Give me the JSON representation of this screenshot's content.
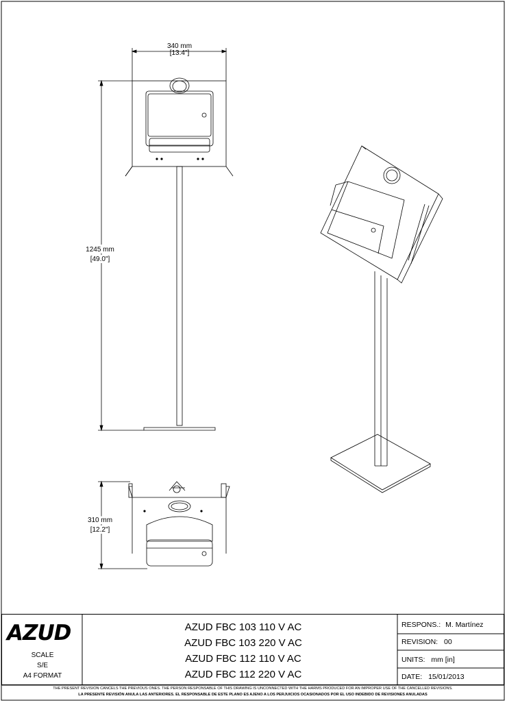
{
  "dimensions": {
    "width_mm": "340 mm",
    "width_in": "[13.4\"]",
    "height_mm": "1245 mm",
    "height_in": "[49.0\"]",
    "depth_mm": "310 mm",
    "depth_in": "[12.2\"]"
  },
  "title_block": {
    "logo": "AZUD",
    "scale_label": "SCALE",
    "scale_value": "S/E",
    "format": "A4 FORMAT",
    "models": [
      "AZUD FBC 103 110 V AC",
      "AZUD FBC 103 220 V AC",
      "AZUD FBC 112 110 V AC",
      "AZUD FBC 112 220 V AC"
    ],
    "respons_label": "RESPONS.:",
    "respons_value": "M. Martínez",
    "revision_label": "REVISION:",
    "revision_value": "00",
    "units_label": "UNITS:",
    "units_value": "mm [in]",
    "date_label": "DATE:",
    "date_value": "15/01/2013"
  },
  "footer": {
    "line_en": "THE PRESENT REVISION CANCELS THE PREVIOUS ONES. THE PERSON RESPONSABLE OF THIS DRAWING IS UNCONNECTED WITH THE HARMS PRODUCED FOR AN IMPROPER USE OF THE CANCELLED REVISIONS.",
    "line_es": "LA PRESENTE REVISIÓN ANULA LAS ANTERIORES. EL RESPONSABLE DE ESTE PLANO ES AJENO A LOS PERJUICIOS OCASIONADOS POR EL USO INDEBIDO DE REVISIONES ANULADAS"
  }
}
